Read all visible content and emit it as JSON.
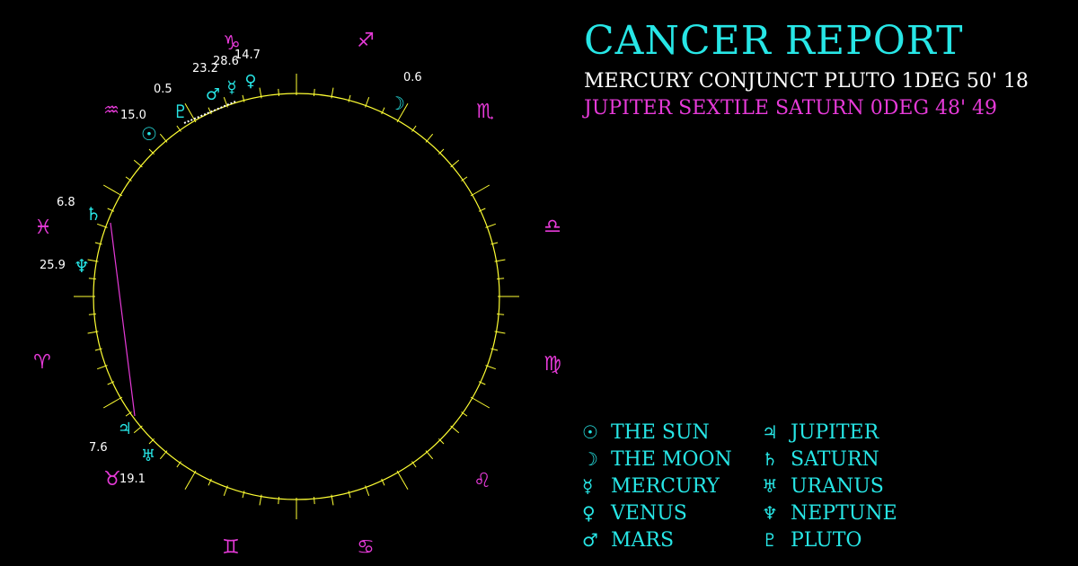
{
  "title": "CANCER REPORT",
  "aspects": [
    "MERCURY CONJUNCT PLUTO 1DEG 50' 18",
    "JUPITER SEXTILE SATURN 0DEG 48' 49"
  ],
  "colors": {
    "background": "#000000",
    "planet": "#27e6e6",
    "sign": "#e63ad8",
    "wheel": "#ffff33",
    "aspect_line": "#e63ad8",
    "degree_text": "#ffffff"
  },
  "signs": [
    {
      "name": "aries",
      "glyph": "♈"
    },
    {
      "name": "taurus",
      "glyph": "♉"
    },
    {
      "name": "gemini",
      "glyph": "♊"
    },
    {
      "name": "cancer",
      "glyph": "♋"
    },
    {
      "name": "leo",
      "glyph": "♌"
    },
    {
      "name": "virgo",
      "glyph": "♍"
    },
    {
      "name": "libra",
      "glyph": "♎"
    },
    {
      "name": "scorpio",
      "glyph": "♏"
    },
    {
      "name": "sagittarius",
      "glyph": "♐"
    },
    {
      "name": "capricorn",
      "glyph": "♑"
    },
    {
      "name": "aquarius",
      "glyph": "♒"
    },
    {
      "name": "pisces",
      "glyph": "♓"
    }
  ],
  "planets": [
    {
      "name": "sun",
      "glyph": "☉",
      "degree": ""
    },
    {
      "name": "moon",
      "glyph": "☽",
      "degree": "0.6"
    },
    {
      "name": "mercury",
      "glyph": "☿",
      "degree": "28.6"
    },
    {
      "name": "venus",
      "glyph": "♀",
      "degree": "14.7"
    },
    {
      "name": "mars",
      "glyph": "♂",
      "degree": "23.2"
    },
    {
      "name": "jupiter",
      "glyph": "♃",
      "degree": "7.6"
    },
    {
      "name": "saturn",
      "glyph": "♄",
      "degree": "6.8"
    },
    {
      "name": "uranus",
      "glyph": "♅",
      "degree": "19.1"
    },
    {
      "name": "neptune",
      "glyph": "♆",
      "degree": "25.9"
    },
    {
      "name": "pluto",
      "glyph": "♇",
      "degree": "0.5"
    }
  ],
  "extra_degree_labels": [
    "15.0"
  ],
  "legend": [
    {
      "glyph": "☉",
      "label": "THE SUN"
    },
    {
      "glyph": "☽",
      "label": "THE MOON"
    },
    {
      "glyph": "☿",
      "label": "MERCURY"
    },
    {
      "glyph": "♀",
      "label": "VENUS"
    },
    {
      "glyph": "♂",
      "label": "MARS"
    },
    {
      "glyph": "♃",
      "label": "JUPITER"
    },
    {
      "glyph": "♄",
      "label": "SATURN"
    },
    {
      "glyph": "♅",
      "label": "URANUS"
    },
    {
      "glyph": "♆",
      "label": "NEPTUNE"
    },
    {
      "glyph": "♇",
      "label": "PLUTO"
    }
  ]
}
